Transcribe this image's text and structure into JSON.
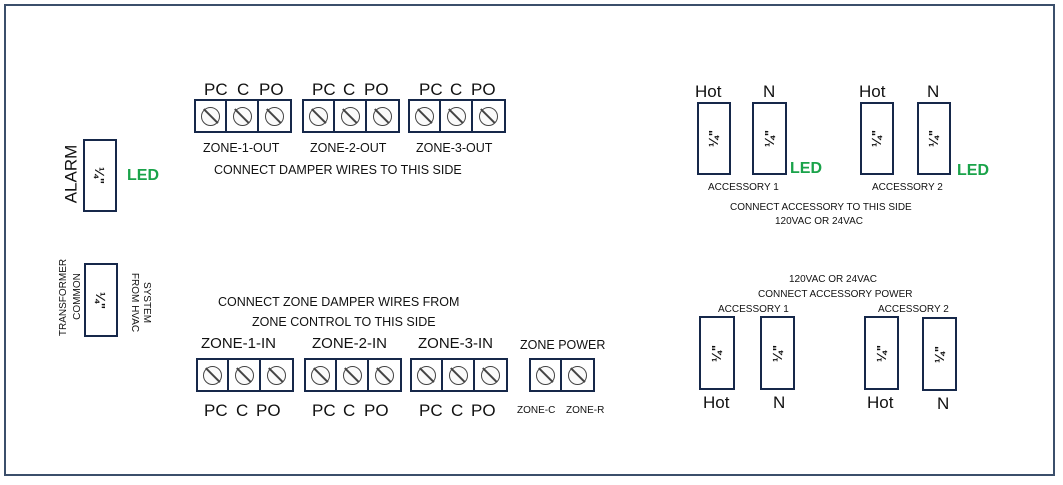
{
  "top_terminals": {
    "col_labels": [
      "PC",
      "C",
      "PO"
    ],
    "zones": [
      "ZONE-1-OUT",
      "ZONE-2-OUT",
      "ZONE-3-OUT"
    ],
    "caption": "CONNECT DAMPER WIRES TO THIS SIDE"
  },
  "bottom_terminals": {
    "caption_line1": "CONNECT ZONE DAMPER WIRES FROM",
    "caption_line2": "ZONE CONTROL TO THIS SIDE",
    "zones": [
      "ZONE-1-IN",
      "ZONE-2-IN",
      "ZONE-3-IN"
    ],
    "col_labels": [
      "PC",
      "C",
      "PO"
    ],
    "power_label": "ZONE POWER",
    "power_c": "ZONE-C",
    "power_r": "ZONE-R"
  },
  "alarm": {
    "label": "ALARM",
    "size": "¼\"",
    "led": "LED"
  },
  "transformer": {
    "line1": "TRANSFORMER",
    "line2": "COMMON",
    "size": "¼\"",
    "from1": "FROM HVAC",
    "from2": "SYSTEM"
  },
  "acc_top": {
    "hot": "Hot",
    "n": "N",
    "size": "¼\"",
    "led": "LED",
    "acc1": "ACCESSORY 1",
    "acc2": "ACCESSORY 2",
    "caption1": "CONNECT ACCESSORY TO THIS SIDE",
    "caption2": "120VAC OR 24VAC"
  },
  "acc_bottom": {
    "caption1": "120VAC OR 24VAC",
    "caption2": "CONNECT ACCESSORY POWER",
    "acc1": "ACCESSORY 1",
    "acc2": "ACCESSORY 2",
    "hot": "Hot",
    "n": "N",
    "size": "¼\""
  },
  "colors": {
    "border": "#16284a",
    "frame": "#3b4f6b",
    "led": "#1aa34a"
  }
}
